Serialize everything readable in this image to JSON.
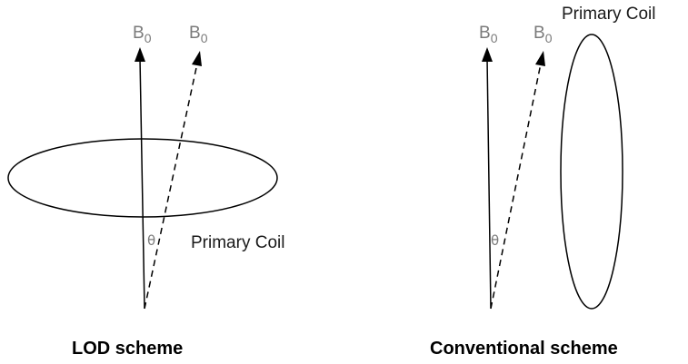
{
  "panels": [
    {
      "caption": "LOD scheme",
      "field_label_main": "B",
      "field_label_sub": "0",
      "angle_symbol": "θ",
      "coil_label": "Primary Coil",
      "coil_orientation": "horizontal"
    },
    {
      "caption": "Conventional scheme",
      "field_label_main": "B",
      "field_label_sub": "0",
      "angle_symbol": "θ",
      "coil_label": "Primary Coil",
      "coil_orientation": "vertical"
    }
  ],
  "colors": {
    "label_gray": "#7a7a7a",
    "line": "#000000",
    "background": "#ffffff"
  }
}
